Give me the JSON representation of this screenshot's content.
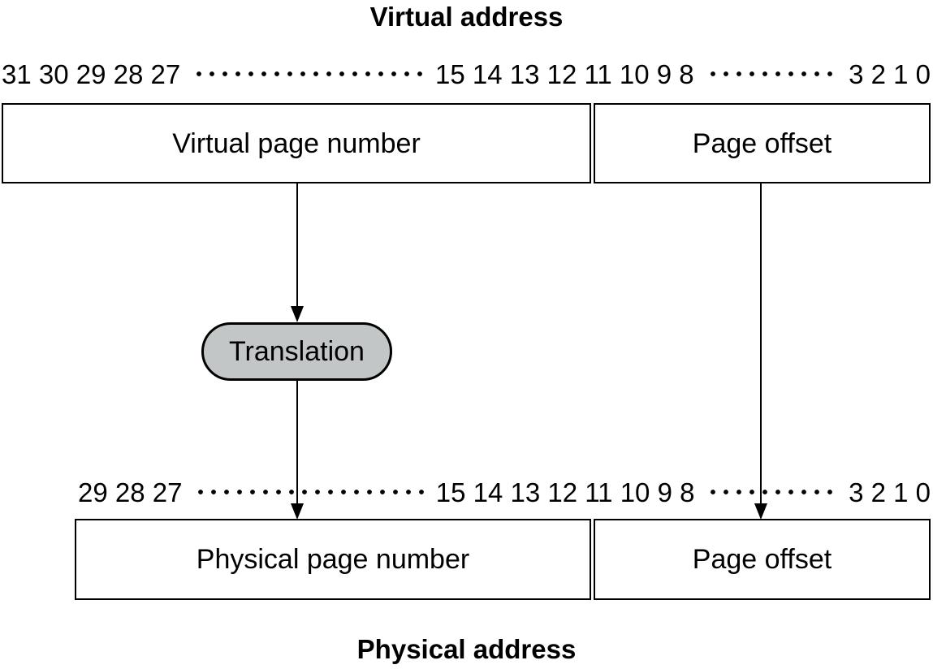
{
  "diagram": {
    "virtual_address": {
      "title": "Virtual address",
      "bits": {
        "high": "31 30 29 28 27",
        "mid": "15 14 13 12 11 10 9 8",
        "low": "3 2 1 0"
      },
      "fields": [
        {
          "label": "Virtual page number"
        },
        {
          "label": "Page offset"
        }
      ]
    },
    "translation": {
      "label": "Translation",
      "fill_color": "#c2c6c6"
    },
    "physical_address": {
      "title": "Physical address",
      "bits": {
        "high": "29 28 27",
        "mid": "15 14 13 12 11 10 9 8",
        "low": "3 2 1 0"
      },
      "fields": [
        {
          "label": "Physical page number"
        },
        {
          "label": "Page offset"
        }
      ]
    },
    "colors": {
      "line": "#000000",
      "text": "#000000",
      "background": "#ffffff"
    }
  }
}
